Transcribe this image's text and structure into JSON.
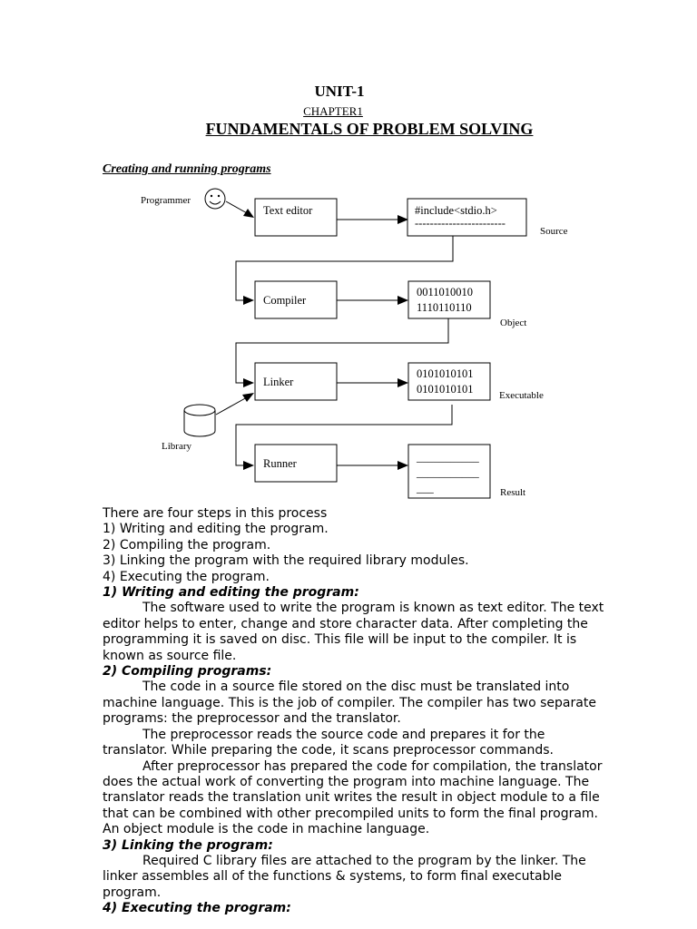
{
  "header": {
    "unit": "UNIT-1",
    "chapter": "CHAPTER1",
    "title": "FUNDAMENTALS OF PROBLEM SOLVING"
  },
  "section_title": "Creating and running programs",
  "diagram": {
    "programmer_label": "Programmer",
    "library_label": "Library",
    "steps": [
      "Text editor",
      "Compiler",
      "Linker",
      "Runner"
    ],
    "source_box": [
      "#include<stdio.h>",
      "------------------------"
    ],
    "source_label": "Source",
    "object_box": [
      "0011010010",
      "1110110110"
    ],
    "object_label": "Object",
    "executable_box": [
      "0101010101",
      "0101010101"
    ],
    "executable_label": "Executable",
    "result_box": [
      "___________",
      "___________",
      "___"
    ],
    "result_label": "Result"
  },
  "content": {
    "intro": "There are four steps in this process",
    "steps": [
      "1) Writing and editing the program.",
      "2) Compiling the program.",
      "3) Linking the program with the required library modules.",
      "4) Executing the program."
    ],
    "h1": "1) Writing and editing the program:",
    "p1": "The software used to write the program is known as text editor. The text editor helps to enter, change and store character data. After completing the programming it is saved on disc. This file will be input to the compiler. It is known as source file.",
    "h2": "2) Compiling programs:",
    "p2a": "The code in a source file stored on the disc must be translated into machine language. This is the job of compiler. The compiler has two separate programs: the preprocessor and the translator.",
    "p2b": "The preprocessor reads the source code and prepares it for the translator. While preparing the code, it scans preprocessor commands.",
    "p2c": "After preprocessor has prepared the code for compilation, the translator does the actual work of converting the program into machine language. The translator reads the translation unit writes the result in object module to a file that can be combined with other precompiled units to form the final program. An object module is the code in machine language.",
    "h3": "3) Linking the program:",
    "p3": "Required C library files are attached to the program by the linker. The linker assembles all of the functions & systems, to form final executable program.",
    "h4": "4) Executing the program:"
  }
}
